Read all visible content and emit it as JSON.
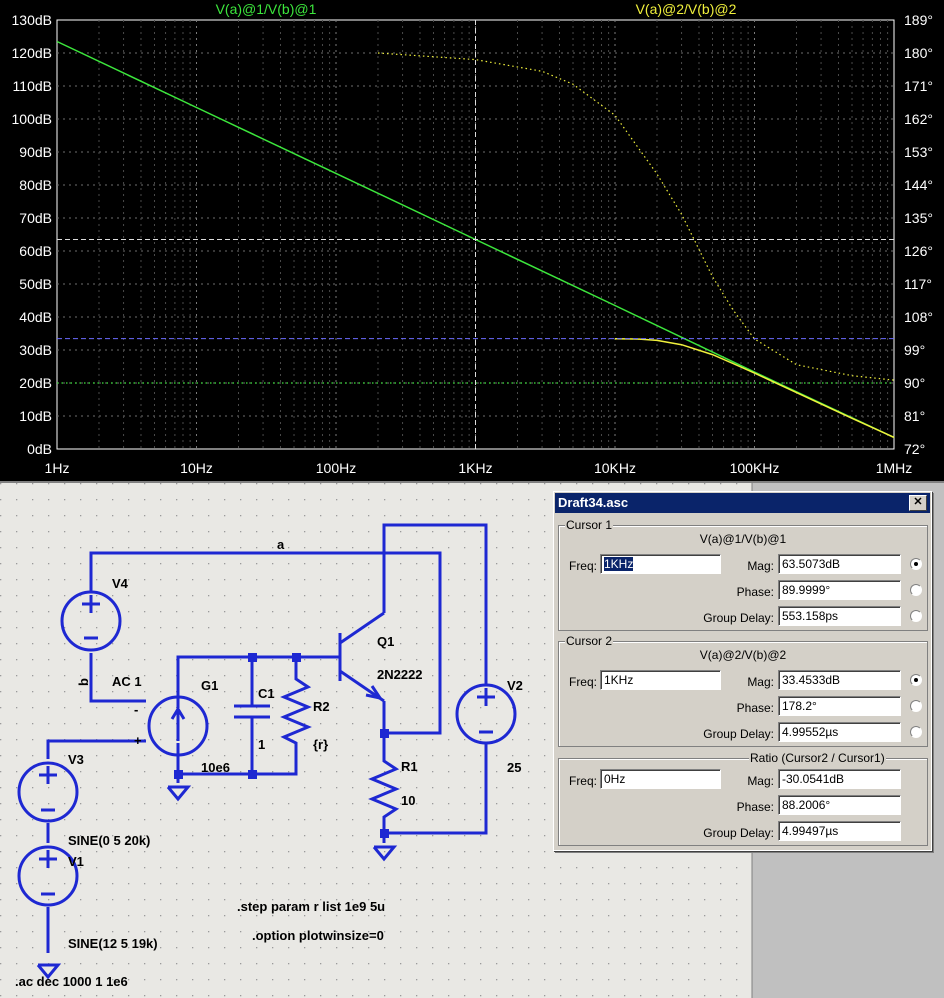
{
  "plot": {
    "trace_labels": [
      "V(a)@1/V(b)@1",
      "V(a)@2/V(b)@2"
    ],
    "trace_colors": {
      "green": "#3ce63c",
      "yellow": "#f0f03c"
    },
    "left_axis_ticks": [
      "130dB",
      "120dB",
      "110dB",
      "100dB",
      "90dB",
      "80dB",
      "70dB",
      "60dB",
      "50dB",
      "40dB",
      "30dB",
      "20dB",
      "10dB",
      "0dB"
    ],
    "right_axis_ticks": [
      "189°",
      "180°",
      "171°",
      "162°",
      "153°",
      "144°",
      "135°",
      "126°",
      "117°",
      "108°",
      "99°",
      "90°",
      "81°",
      "72°"
    ],
    "x_axis_ticks": [
      "1Hz",
      "10Hz",
      "100Hz",
      "1KHz",
      "10KHz",
      "100KHz",
      "1MHz"
    ]
  },
  "chart_data": {
    "type": "line",
    "x_scale": "log",
    "xlim_hz": [
      1,
      1000000
    ],
    "ylim_db": [
      0,
      130
    ],
    "ylim_deg": [
      72,
      189
    ],
    "series": [
      {
        "name": "V(a)@1/V(b)@1",
        "axis": "mag",
        "style": "solid",
        "color": "#3ce63c",
        "points": [
          [
            1,
            123.5
          ],
          [
            10,
            103.5
          ],
          [
            100,
            83.5
          ],
          [
            1000,
            63.5
          ],
          [
            10000,
            43.5
          ],
          [
            100000,
            23.3
          ],
          [
            1000000,
            3.5
          ]
        ]
      },
      {
        "name": "V(a)@1/V(b)@1",
        "axis": "phase",
        "style": "dotted",
        "color": "#3ce63c",
        "points": [
          [
            1,
            90
          ],
          [
            1000000,
            90
          ]
        ]
      },
      {
        "name": "V(a)@2/V(b)@2",
        "axis": "mag",
        "style": "solid",
        "color": "#f0f03c",
        "points": [
          [
            10000,
            33.4
          ],
          [
            15000,
            33.3
          ],
          [
            20000,
            32.9
          ],
          [
            30000,
            31.6
          ],
          [
            50000,
            28.6
          ],
          [
            70000,
            25.9
          ],
          [
            100000,
            23.0
          ],
          [
            200000,
            17.1
          ],
          [
            500000,
            9.3
          ],
          [
            1000000,
            3.5
          ]
        ]
      },
      {
        "name": "V(a)@2/V(b)@2",
        "axis": "phase",
        "style": "dotted",
        "color": "#f0f03c",
        "points": [
          [
            200,
            180
          ],
          [
            1000,
            178.2
          ],
          [
            3000,
            175
          ],
          [
            5000,
            171.5
          ],
          [
            10000,
            163
          ],
          [
            20000,
            147
          ],
          [
            30000,
            136
          ],
          [
            50000,
            119
          ],
          [
            70000,
            110
          ],
          [
            100000,
            102
          ],
          [
            200000,
            95
          ],
          [
            500000,
            92
          ],
          [
            1000000,
            90.8
          ]
        ]
      }
    ],
    "cursor_markers": {
      "freq_hz": 1000,
      "mag1_db": 63.5,
      "mag2_db": 33.45
    }
  },
  "schematic": {
    "net_label_a": "a",
    "net_label_b": "b",
    "v4_name": "V4",
    "ac_label": "AC 1",
    "g1_name": "G1",
    "g1_value": "10e6",
    "c1_name": "C1",
    "c1_value": "1",
    "r2_name": "R2",
    "r2_value": "{r}",
    "q1_name": "Q1",
    "q1_model": "2N2222",
    "r1_name": "R1",
    "r1_value": "10",
    "v2_name": "V2",
    "v2_value": "25",
    "v3_name": "V3",
    "v3_value": "SINE(0 5 20k)",
    "v1_name": "V1",
    "v1_value": "SINE(12 5 19k)",
    "directive_step": ".step param r list 1e9 5u",
    "directive_option": ".option plotwinsize=0",
    "directive_ac": ".ac dec 1000 1 1e6",
    "plus_sign": "+",
    "minus_sign": "-"
  },
  "cursor_dialog": {
    "title": "Draft34.asc",
    "close_glyph": "✕",
    "labels": {
      "freq": "Freq:",
      "mag": "Mag:",
      "phase": "Phase:",
      "group_delay": "Group Delay:"
    },
    "cursor1": {
      "title": "Cursor 1",
      "expression": "V(a)@1/V(b)@1",
      "freq": "1KHz",
      "mag": "63.5073dB",
      "phase": "89.9999°",
      "group_delay": "553.158ps"
    },
    "cursor2": {
      "title": "Cursor 2",
      "expression": "V(a)@2/V(b)@2",
      "freq": "1KHz",
      "mag": "33.4533dB",
      "phase": "178.2°",
      "group_delay": "4.99552µs"
    },
    "ratio": {
      "title": "Ratio (Cursor2 / Cursor1)",
      "freq": "0Hz",
      "mag": "-30.0541dB",
      "phase": "88.2006°",
      "group_delay": "4.99497µs"
    }
  }
}
